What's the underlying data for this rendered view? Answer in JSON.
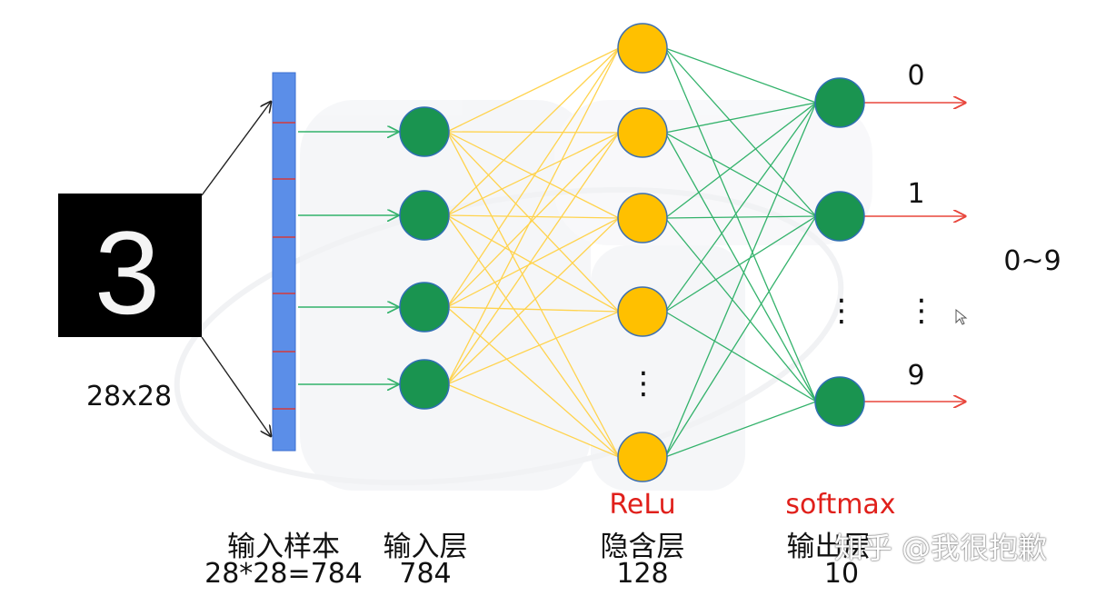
{
  "diagram": {
    "digit_image": {
      "glyph": "3",
      "size_label": "28x28"
    },
    "layers": {
      "sample": {
        "name": "输入样本",
        "count": "28*28=784"
      },
      "input": {
        "name": "输入层",
        "count": "784"
      },
      "hidden": {
        "name": "隐含层",
        "count": "128",
        "activation": "ReLu"
      },
      "output": {
        "name": "输出层",
        "count": "10",
        "activation": "softmax"
      }
    },
    "output_labels": [
      "0",
      "1",
      "9"
    ],
    "class_range": "0~9",
    "ellipsis": "⋮"
  },
  "colors": {
    "input_node": "#1a9450",
    "hidden_node": "#ffc000",
    "output_node": "#1a9450",
    "input_edges": "#ffd34d",
    "output_edges": "#33b26b",
    "result_arrows": "#e8463c",
    "vector_bar": "#5b8ee8",
    "activation_text": "#e0201b"
  },
  "watermark": "知乎 @我很抱歉"
}
